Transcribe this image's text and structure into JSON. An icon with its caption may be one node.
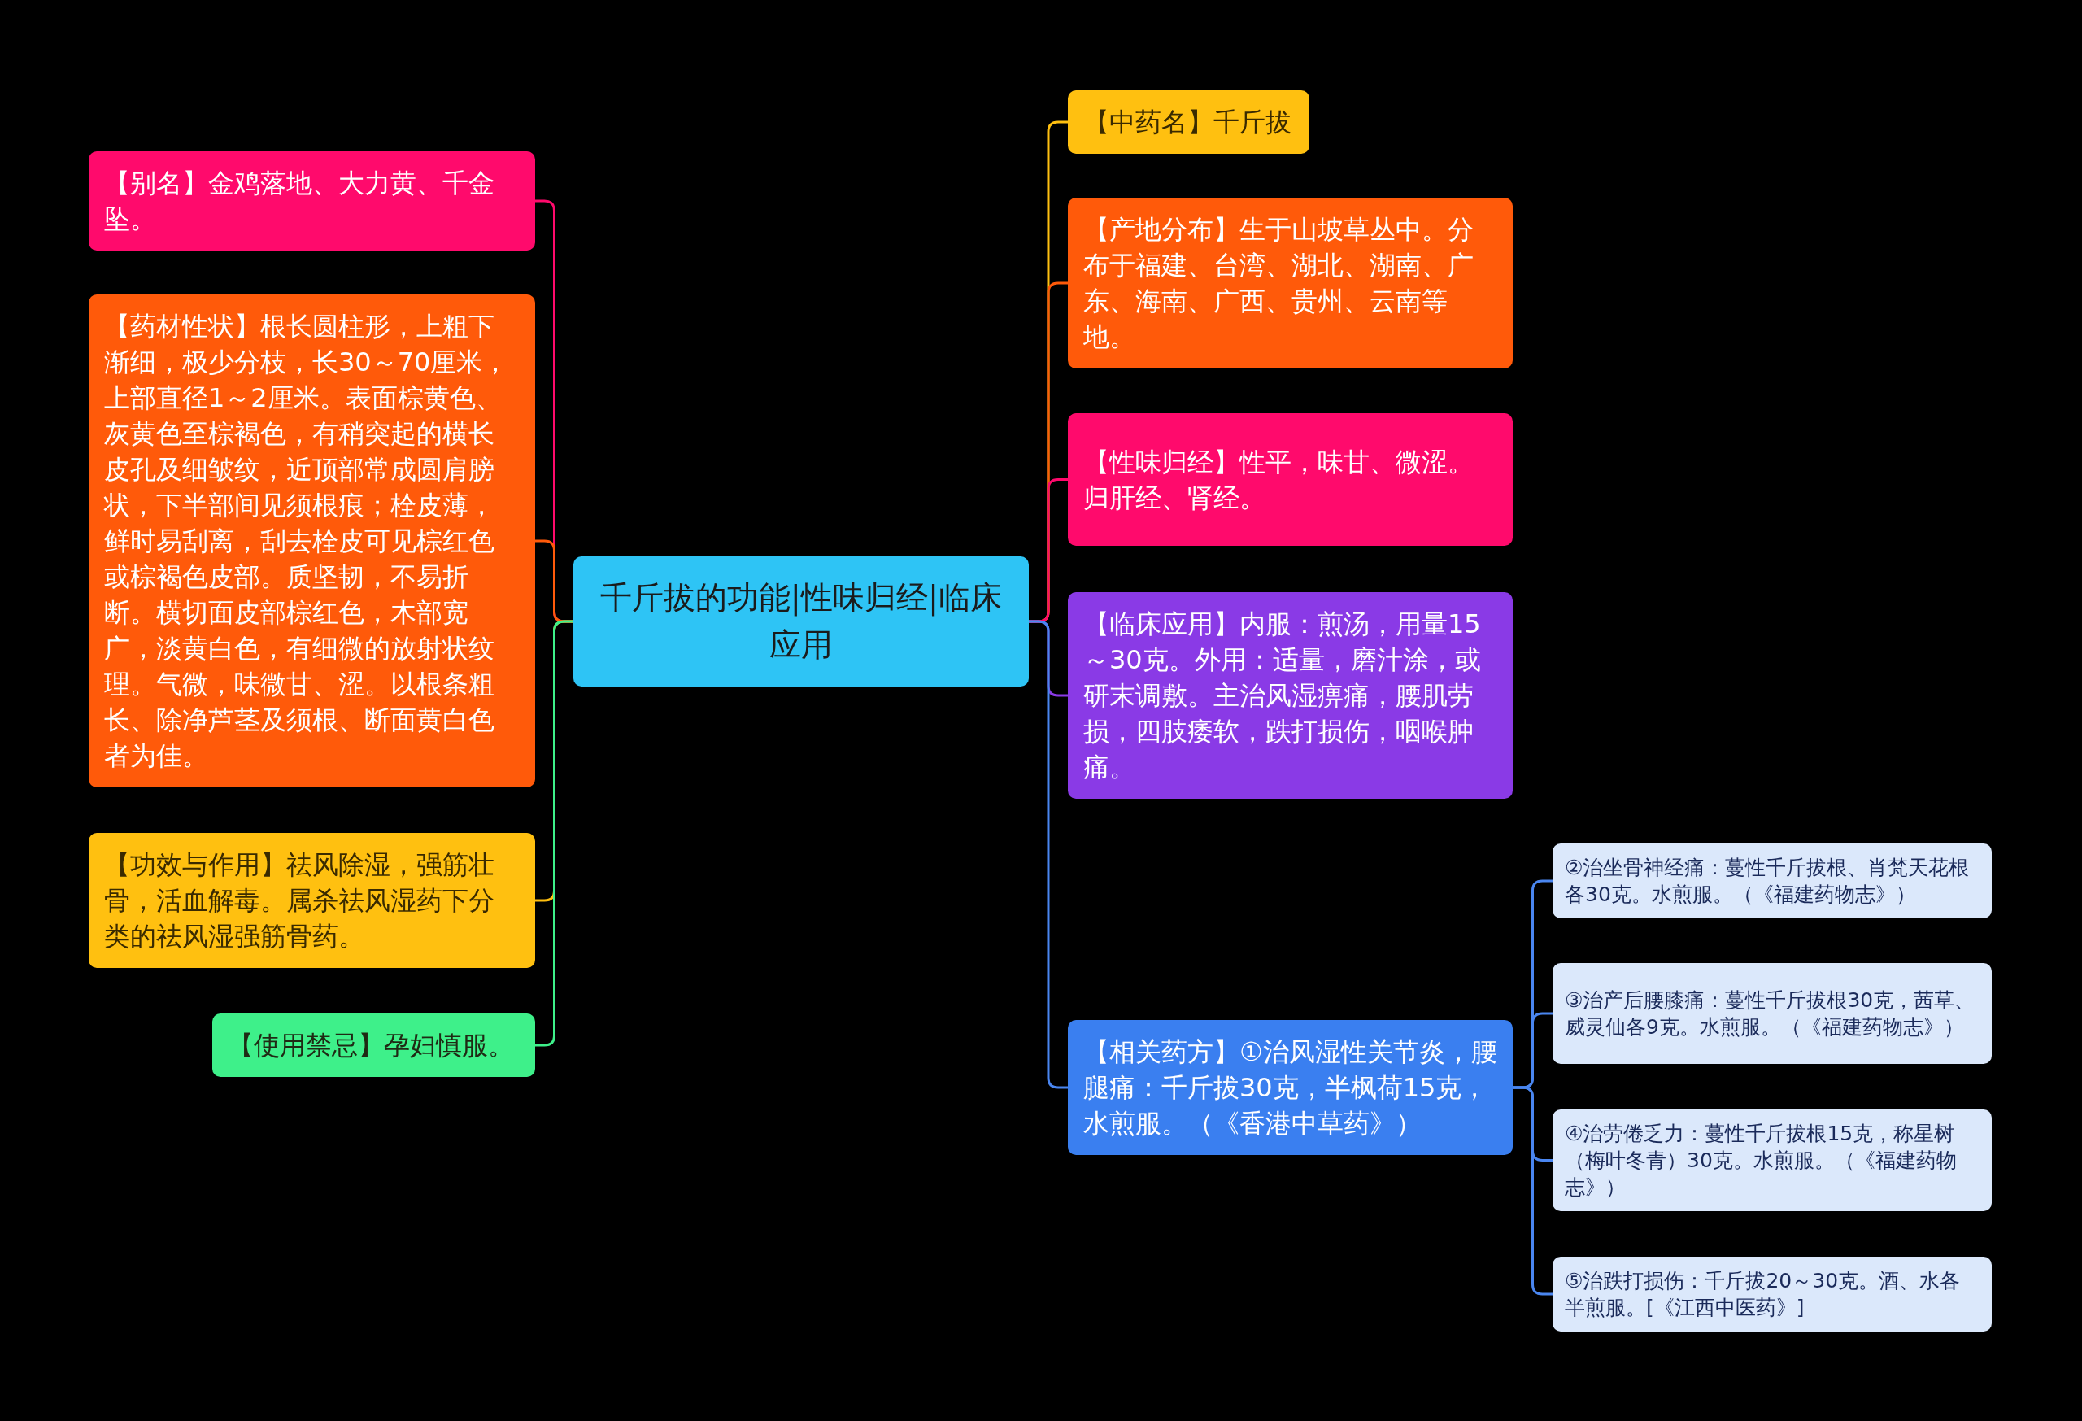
{
  "diagram": {
    "nodes": [
      {
        "text": [
          "千斤拔的功能|性味归经|临床应用"
        ]
      },
      {
        "text": [
          "【别名】金鸡落地、大力黄、千金坠。"
        ]
      },
      {
        "text": [
          "【药材性状】根长圆柱形，上粗下渐细，极少分枝，长30～70厘米，上部直径1～2厘米。表面棕黄色、灰黄色至棕褐色，有稍突起的横长皮孔及细皱纹，近顶部常成圆肩膀状，下半部间见须根痕；栓皮薄，鲜时易刮离，刮去栓皮可见棕红色或棕褐色皮部。质坚韧，不易折断。横切面皮部棕红色，木部宽广，淡黄白色，有细微的放射状纹理。气微，味微甘、涩。以根条粗长、除净芦茎及须根、断面黄白色者为佳。"
        ]
      },
      {
        "text": [
          "【功效与作用】祛风除湿，强筋壮骨，活血解毒。属杀祛风湿药下分类的祛风湿强筋骨药。"
        ]
      },
      {
        "text": [
          "【使用禁忌】孕妇慎服。"
        ]
      },
      {
        "text": [
          "【中药名】千斤拔"
        ]
      },
      {
        "text": [
          "【产地分布】生于山坡草丛中。分布于福建、台湾、湖北、湖南、广东、海南、广西、贵州、云南等地。"
        ]
      },
      {
        "text": [
          "【性味归经】性平，味甘、微涩。归肝经、肾经。"
        ]
      },
      {
        "text": [
          "【临床应用】内服：煎汤，用量15～30克。外用：适量，磨汁涂，或研末调敷。主治风湿痹痛，腰肌劳损，四肢痿软，跌打损伤，咽喉肿痛。"
        ]
      },
      {
        "text": [
          "【相关药方】①治风湿性关节炎，腰腿痛：千斤拔30克，半枫荷15克，水煎服。（《香港中草药》）"
        ]
      },
      {
        "text": [
          "②治坐骨神经痛：蔓性千斤拔根、肖梵天花根各30克。水煎服。（《福建药物志》）"
        ]
      },
      {
        "text": [
          "③治产后腰膝痛：蔓性千斤拔根30克，茜草、威灵仙各9克。水煎服。（《福建药物志》）"
        ]
      },
      {
        "text": [
          "④治劳倦乏力：蔓性千斤拔根15克，称星树（梅叶冬青）30克。水煎服。（《福建药物志》）"
        ]
      },
      {
        "text": [
          "⑤治跌打损伤：千斤拔20～30克。酒、水各半煎服。[《江西中医药》]"
        ]
      }
    ],
    "edges": [
      {
        "from": 0,
        "to": 1,
        "arrow": "none",
        "color": "#ff0a6c"
      },
      {
        "from": 0,
        "to": 2,
        "arrow": "none",
        "color": "#ff5a0a"
      },
      {
        "from": 0,
        "to": 3,
        "arrow": "none",
        "color": "#ffc010"
      },
      {
        "from": 0,
        "to": 4,
        "arrow": "none",
        "color": "#3ef08a"
      },
      {
        "from": 0,
        "to": 5,
        "arrow": "none",
        "color": "#ffc010"
      },
      {
        "from": 0,
        "to": 6,
        "arrow": "none",
        "color": "#ff5a0a"
      },
      {
        "from": 0,
        "to": 7,
        "arrow": "none",
        "color": "#ff0a6c"
      },
      {
        "from": 0,
        "to": 8,
        "arrow": "none",
        "color": "#8a3ae6"
      },
      {
        "from": 0,
        "to": 9,
        "arrow": "none"
      },
      {
        "from": 9,
        "to": 10,
        "arrow": "none"
      },
      {
        "from": 9,
        "to": 11,
        "arrow": "none"
      },
      {
        "from": 9,
        "to": 12,
        "arrow": "none"
      },
      {
        "from": 9,
        "to": 13,
        "arrow": "none"
      }
    ]
  }
}
